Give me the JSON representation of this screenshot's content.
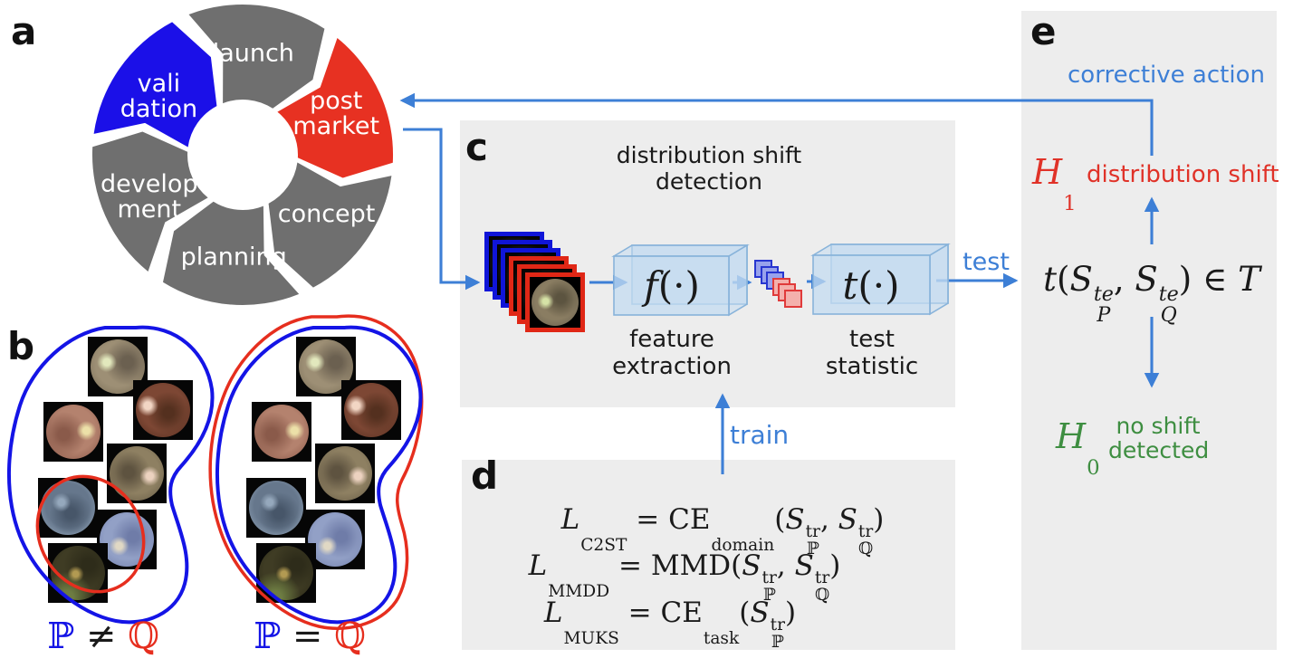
{
  "colors": {
    "arrow_blue": "#3d7fd6",
    "text_dark": "#1a1a1a",
    "panel_bg": "#ededed",
    "lifecycle_gray": "#6f6f6f",
    "lifecycle_blue": "#1b10e8",
    "lifecycle_red": "#e73122",
    "segment_text": "#ffffff",
    "box_fill": "#c3dbf0",
    "box_stroke": "#88b3da",
    "frame_blue": "#1015d8",
    "frame_red": "#e02716",
    "mini_blue_border": "#2836d0",
    "mini_blue_fill": "#98a2ec",
    "mini_red_border": "#e03a3a",
    "mini_red_fill": "#f4b0ac",
    "blob_blue": "#1414e6",
    "blob_red": "#e62e1e",
    "h1_red": "#e03228",
    "h0_green": "#3e8e41"
  },
  "panel_a": {
    "label": "a",
    "segments": [
      {
        "id": "launch",
        "lines": [
          "launch"
        ],
        "angle": -84,
        "color_key": "lifecycle_gray"
      },
      {
        "id": "post-market",
        "lines": [
          "post",
          "market"
        ],
        "angle": -24,
        "color_key": "lifecycle_red"
      },
      {
        "id": "concept",
        "lines": [
          "concept"
        ],
        "angle": 35,
        "color_key": "lifecycle_gray"
      },
      {
        "id": "planning",
        "lines": [
          "planning"
        ],
        "angle": 95,
        "color_key": "lifecycle_gray"
      },
      {
        "id": "development",
        "lines": [
          "develop",
          "ment"
        ],
        "angle": 156,
        "color_key": "lifecycle_gray"
      },
      {
        "id": "validation",
        "lines": [
          "vali",
          "dation"
        ],
        "angle": 215,
        "color_key": "lifecycle_blue"
      }
    ]
  },
  "panel_b": {
    "label": "b",
    "caption_left": [
      {
        "v": "ℙ",
        "color_key": "blob_blue"
      },
      {
        "v": " ≠ "
      },
      {
        "v": "ℚ",
        "color_key": "blob_red"
      }
    ],
    "caption_right": [
      {
        "v": "ℙ",
        "color_key": "blob_blue"
      },
      {
        "v": " = "
      },
      {
        "v": "ℚ",
        "color_key": "blob_red"
      }
    ],
    "images": [
      {
        "name": "fundus-tan",
        "base": "#9d8f75",
        "rim": "#7b6f58",
        "disc": [
          30,
          42,
          "#e2e8bd"
        ],
        "macula": [
          68,
          42,
          "#6b6050"
        ]
      },
      {
        "name": "fundus-redbrown",
        "base": "#7d4734",
        "rim": "#5a3122",
        "disc": [
          22,
          42,
          "#f2d6c4"
        ],
        "macula": [
          60,
          55,
          "#54301f"
        ]
      },
      {
        "name": "fundus-pink",
        "base": "#b4826e",
        "rim": "#8f5c4c",
        "disc": [
          74,
          48,
          "#ece0a8"
        ],
        "macula": [
          32,
          55,
          "#8a5a4a"
        ]
      },
      {
        "name": "fundus-olive",
        "base": "#8e8062",
        "rim": "#6a5f48",
        "disc": [
          74,
          55,
          "#ecd2c0"
        ],
        "macula": [
          35,
          48,
          "#5e5340"
        ]
      },
      {
        "name": "fundus-bluegray",
        "base": "#66778c",
        "rim": "#8fa2b6",
        "disc": [
          38,
          40,
          "#95a8bc"
        ],
        "macula": [
          55,
          60,
          "#475669"
        ]
      },
      {
        "name": "fundus-periwinkle",
        "base": "#92a0c6",
        "rim": "#7583b0",
        "disc": [
          36,
          62,
          "#e0d8c4"
        ],
        "macula": [
          62,
          45,
          "#6f7ca8"
        ]
      },
      {
        "name": "fundus-darkolive",
        "base": "#3f3c24",
        "rim": "#2c2a18",
        "disc": [
          46,
          52,
          "#b29a52"
        ],
        "macula": [
          70,
          35,
          "#2e2c1a"
        ],
        "extra": [
          30,
          95,
          "#6d7c42"
        ]
      }
    ]
  },
  "panel_c": {
    "label": "c",
    "title": "distribution shift detection",
    "f_label": [
      {
        "v": "f",
        "it": 1
      },
      {
        "v": "(·)"
      }
    ],
    "f_caption": [
      "feature",
      "extraction"
    ],
    "t_label": [
      {
        "v": "t",
        "it": 1
      },
      {
        "v": "(·)"
      }
    ],
    "t_caption": [
      "test",
      "statistic"
    ],
    "test_label": "test",
    "train_label": "train",
    "stack_front_image": {
      "name": "fundus-stack-front",
      "base": "#8a7d62",
      "rim": "#6b6250",
      "disc": [
        30,
        48,
        "#d6e2a6"
      ],
      "macula": [
        62,
        42,
        "#5c5440"
      ]
    }
  },
  "panel_d": {
    "label": "d",
    "formulas": [
      [
        {
          "v": "L",
          "cal": 1,
          "sub": "C2ST"
        },
        {
          "v": " = "
        },
        {
          "v": "CE",
          "sub": "domain"
        },
        {
          "v": "("
        },
        {
          "v": "S",
          "it": 1,
          "sup": "tr",
          "sub": "ℙ"
        },
        {
          "v": ", "
        },
        {
          "v": "S",
          "it": 1,
          "sup": "tr",
          "sub": "ℚ"
        },
        {
          "v": ")"
        }
      ],
      [
        {
          "v": "L",
          "cal": 1,
          "sub": "MMDD"
        },
        {
          "v": " = "
        },
        {
          "v": "MMD"
        },
        {
          "v": "("
        },
        {
          "v": "S",
          "it": 1,
          "sup": "tr",
          "sub": "ℙ"
        },
        {
          "v": ", "
        },
        {
          "v": "S",
          "it": 1,
          "sup": "tr",
          "sub": "ℚ"
        },
        {
          "v": ")"
        }
      ],
      [
        {
          "v": "L",
          "cal": 1,
          "sub": "MUKS"
        },
        {
          "v": " = "
        },
        {
          "v": "CE",
          "sub": "task"
        },
        {
          "v": "("
        },
        {
          "v": "S",
          "it": 1,
          "sup": "tr",
          "sub": "ℙ"
        },
        {
          "v": ")"
        }
      ]
    ]
  },
  "panel_e": {
    "label": "e",
    "corrective_label": "corrective action",
    "h1": [
      {
        "v": "H",
        "it": 1,
        "sub": "1"
      }
    ],
    "h1_text": "distribution shift",
    "formula": [
      {
        "v": "t",
        "it": 1
      },
      {
        "v": "("
      },
      {
        "v": "S",
        "it": 1,
        "sup": "te",
        "supit": 1,
        "sub": "P",
        "subit": 1
      },
      {
        "v": ", "
      },
      {
        "v": "S",
        "it": 1,
        "sup": "te",
        "supit": 1,
        "sub": "Q",
        "subit": 1
      },
      {
        "v": ") ∈ "
      },
      {
        "v": "T",
        "it": 1
      }
    ],
    "h0": [
      {
        "v": "H",
        "it": 1,
        "sub": "0"
      }
    ],
    "h0_text_lines": [
      "no shift",
      "detected"
    ]
  }
}
